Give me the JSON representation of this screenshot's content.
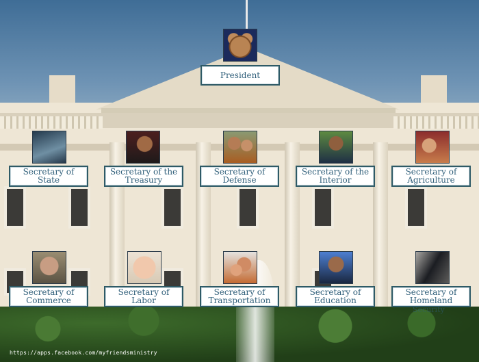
{
  "president": {
    "label": "President",
    "photo": "cartoon-mouse-avatar"
  },
  "row1": [
    {
      "lines": [
        "Secretary of",
        "State"
      ],
      "photo": "portrait-woman"
    },
    {
      "lines": [
        "Secretary of the",
        "Treasury"
      ],
      "photo": "portrait-man-glasses"
    },
    {
      "lines": [
        "Secretary of",
        "Defense"
      ],
      "photo": "portrait-father-child"
    },
    {
      "lines": [
        "Secretary of the",
        "Interior"
      ],
      "photo": "portrait-man-suit"
    },
    {
      "lines": [
        "Secretary of",
        "Agriculture"
      ],
      "photo": "portrait-group"
    }
  ],
  "row2": [
    {
      "lines": [
        "Secretary of",
        "Commerce"
      ],
      "photo": "portrait-elderly-man"
    },
    {
      "lines": [
        "Secretary of",
        "Labor"
      ],
      "photo": "portrait-baby"
    },
    {
      "lines": [
        "Secretary of",
        "Transportation"
      ],
      "photo": "portrait-children"
    },
    {
      "lines": [
        "Secretary of",
        "Education"
      ],
      "photo": "portrait-man-blue"
    },
    {
      "lines": [
        "Secretary of",
        "Homeland"
      ],
      "photo": "portrait-dark"
    }
  ],
  "overflow_text": "Security",
  "footer_url": "https://apps.facebook.com/myfriendsministry",
  "colors": {
    "label_border": "#2e5a66",
    "label_text": "#305f7a"
  }
}
